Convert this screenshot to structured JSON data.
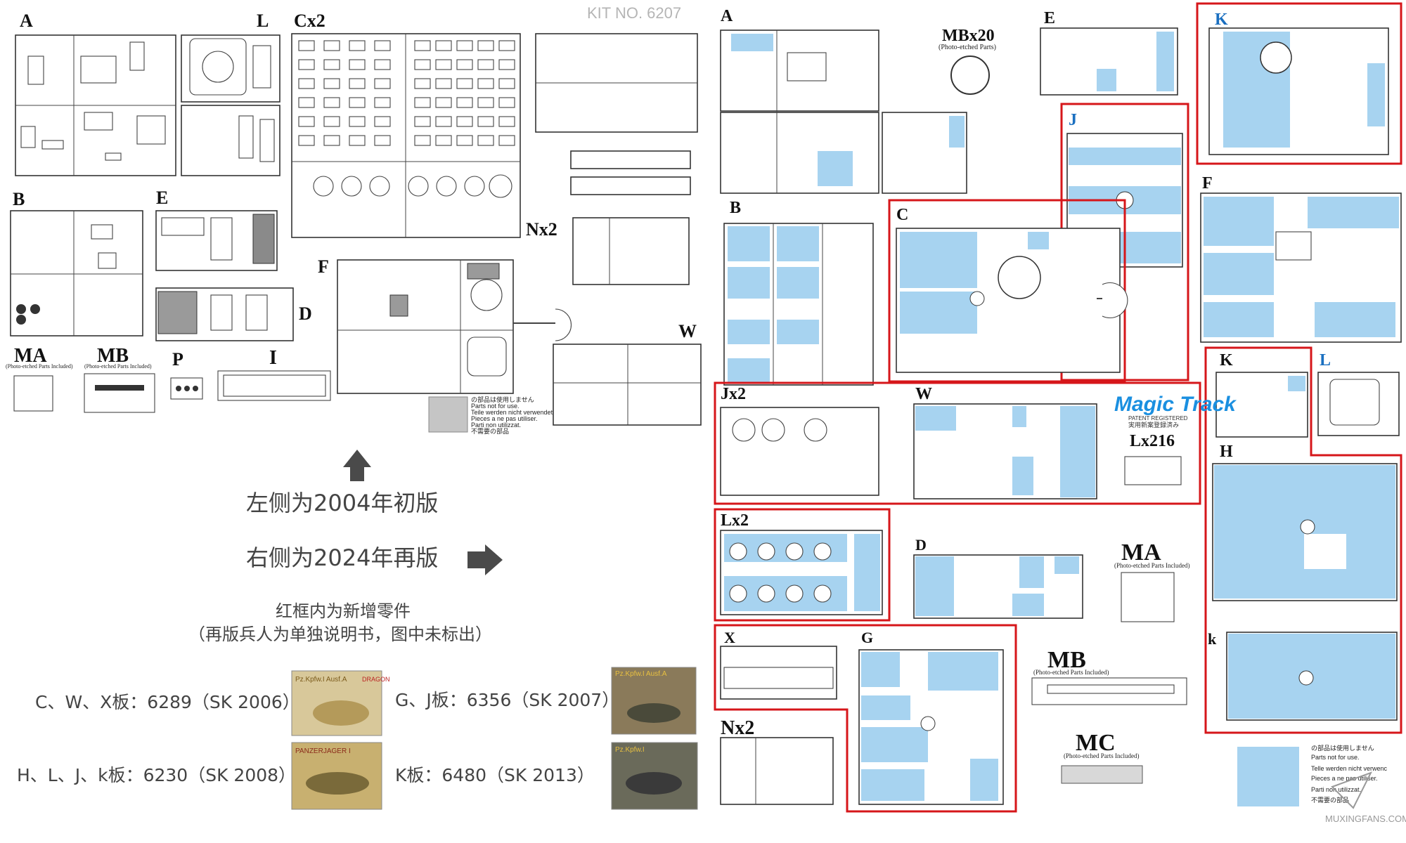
{
  "kit_no": "KIT NO. 6207",
  "left_sprues": [
    {
      "id": "A",
      "label": "A"
    },
    {
      "id": "L",
      "label": "L"
    },
    {
      "id": "Cx2",
      "label": "Cx2"
    },
    {
      "id": "B",
      "label": "B"
    },
    {
      "id": "E",
      "label": "E"
    },
    {
      "id": "D",
      "label": "D"
    },
    {
      "id": "F",
      "label": "F"
    },
    {
      "id": "Nx2",
      "label": "Nx2"
    },
    {
      "id": "W",
      "label": "W"
    },
    {
      "id": "MA",
      "label": "MA",
      "sub": "(Photo-etched Parts Included)"
    },
    {
      "id": "MB",
      "label": "MB",
      "sub": "(Photo-etched Parts Included)"
    },
    {
      "id": "P",
      "label": "P"
    },
    {
      "id": "I",
      "label": "I"
    }
  ],
  "right_sprues": [
    {
      "id": "A",
      "label": "A"
    },
    {
      "id": "MBx20",
      "label": "MBx20",
      "sub": "(Photo-etched Parts)"
    },
    {
      "id": "E",
      "label": "E"
    },
    {
      "id": "K_top",
      "label": "K"
    },
    {
      "id": "J",
      "label": "J"
    },
    {
      "id": "B",
      "label": "B"
    },
    {
      "id": "C",
      "label": "C"
    },
    {
      "id": "F",
      "label": "F"
    },
    {
      "id": "K",
      "label": "K"
    },
    {
      "id": "L",
      "label": "L"
    },
    {
      "id": "Jx2",
      "label": "Jx2"
    },
    {
      "id": "W",
      "label": "W"
    },
    {
      "id": "Lx216",
      "label": "Lx216"
    },
    {
      "id": "H",
      "label": "H"
    },
    {
      "id": "Lx2",
      "label": "Lx2"
    },
    {
      "id": "D",
      "label": "D"
    },
    {
      "id": "MA",
      "label": "MA",
      "sub": "(Photo-etched Parts Included)"
    },
    {
      "id": "X",
      "label": "X"
    },
    {
      "id": "G",
      "label": "G"
    },
    {
      "id": "k",
      "label": "k"
    },
    {
      "id": "Nx2",
      "label": "Nx2"
    },
    {
      "id": "MB",
      "label": "MB",
      "sub": "(Photo-etched Parts Included)"
    },
    {
      "id": "MC",
      "label": "MC",
      "sub": "(Photo-etched Parts Included)"
    }
  ],
  "magic_track": {
    "brand": "Magic Track",
    "patent": "PATENT REGISTERED",
    "jp": "実用新案登録済み"
  },
  "notes": {
    "up_arrow_text": "左侧为2004年初版",
    "right_arrow_text": "右侧为2024年再版",
    "red_box_note": "红框内为新增零件",
    "red_box_note_sub": "（再版兵人为单独说明书，图中未标出）"
  },
  "not_for_use_left": [
    "の部品は使用しません",
    "Parts not for use.",
    "Teile werden nicht verwendet.",
    "Pieces a ne pas utiliser.",
    "Parti non utilizzat.",
    "不需要の部品"
  ],
  "not_for_use_right": [
    "の部品は使用しません",
    "Parts not for use.",
    "Telle werden nicht verwenc",
    "Pieces a ne pas utiliser.",
    "Parti non utilizzat.",
    "不需要の部品"
  ],
  "source_kits": [
    {
      "text": "C、W、X板：6289（SK 2006）",
      "box_title": "Pz.Kpfw.I Ausf.A",
      "brand": "DRAGON"
    },
    {
      "text": "G、J板：6356（SK 2007）",
      "box_title": "Pz.Kpfw.I Ausf.A",
      "brand": ""
    },
    {
      "text": "H、L、J、k板：6230（SK 2008）",
      "box_title": "PANZERJAGER I",
      "brand": ""
    },
    {
      "text": "K板：6480（SK 2013）",
      "box_title": "Pz.Kpfw.I",
      "brand": ""
    }
  ],
  "watermark": "MUXINGFANS.COM",
  "colors": {
    "new_part_blue": "#a7d3f0",
    "new_sprue_red": "#d6161a",
    "line": "#333333",
    "arrow": "#4a4a4a"
  }
}
